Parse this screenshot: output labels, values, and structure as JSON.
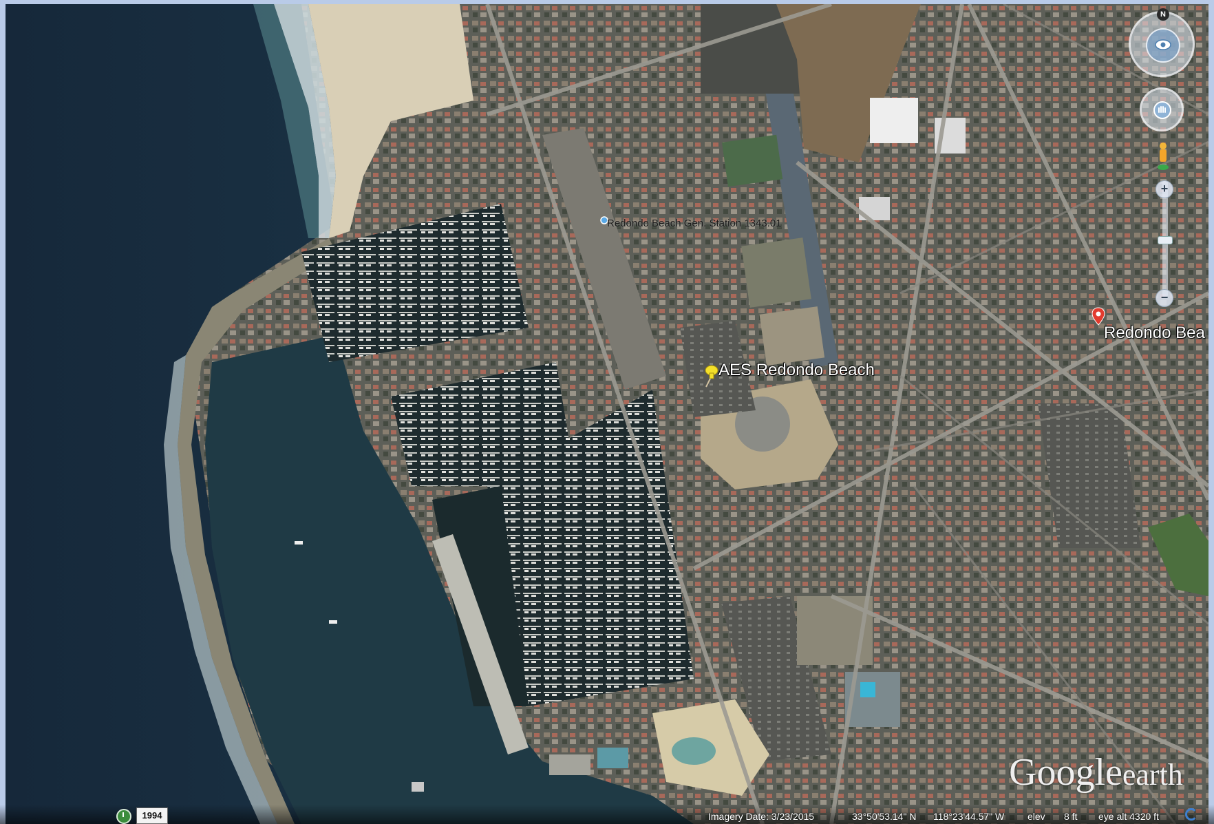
{
  "placemarks": {
    "gen_station": "Redondo Beach Gen. Station 1343.01",
    "aes": "AES Redondo Beach",
    "city": "Redondo Bea"
  },
  "navigation": {
    "north_label": "N"
  },
  "branding": {
    "google": "Google",
    "earth": "earth"
  },
  "status_bar": {
    "historical_year": "1994",
    "imagery_date": "Imagery Date: 3/23/2015",
    "latitude": "33°50'53.14\" N",
    "longitude": "118°23'44.57\" W",
    "elev_label": "elev",
    "elev_value": "8 ft",
    "eye_alt": "eye alt  4320 ft"
  },
  "colors": {
    "window_frame": "#b9cbe8",
    "ocean": "#1d3446",
    "sand": "#d8cdb3",
    "urban": "#6e6e66",
    "pin_yellow": "#f4e02a",
    "pin_red": "#e33b2e"
  }
}
